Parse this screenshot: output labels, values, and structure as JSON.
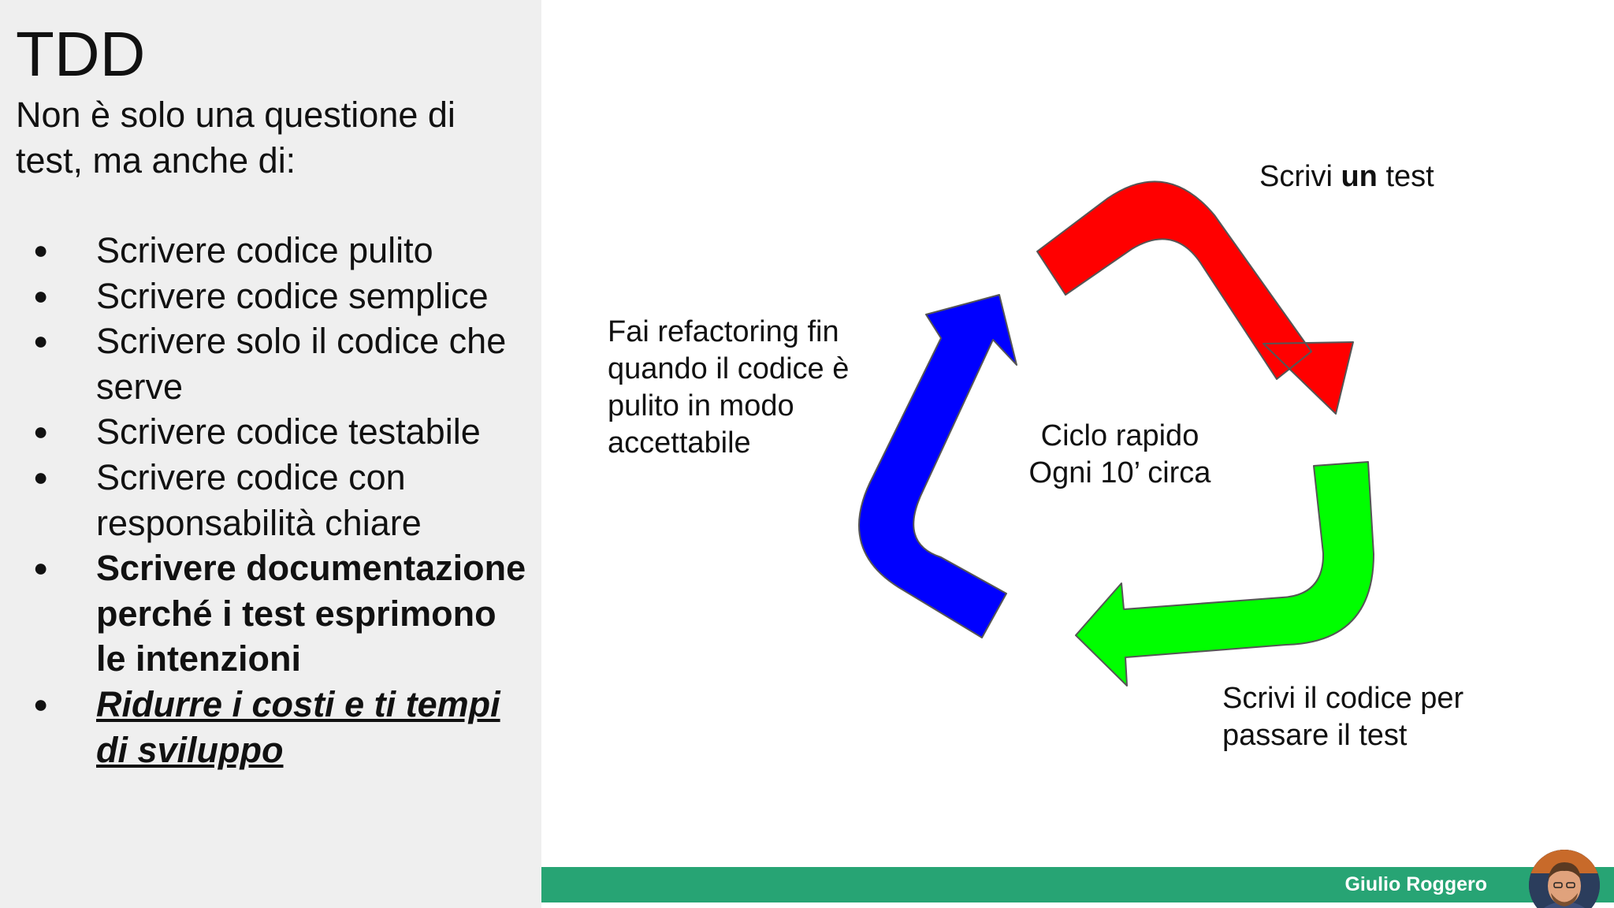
{
  "slide": {
    "title": "TDD",
    "subtitle": "Non è solo una questione di test, ma anche di:",
    "bullets": [
      {
        "text": "Scrivere codice pulito",
        "style": "normal"
      },
      {
        "text": "Scrivere codice semplice",
        "style": "normal"
      },
      {
        "text": "Scrivere solo il codice che serve",
        "style": "normal"
      },
      {
        "text": "Scrivere codice testabile",
        "style": "normal"
      },
      {
        "text": "Scrivere codice con responsabilità chiare",
        "style": "normal"
      },
      {
        "text": "Scrivere documentazione perché i test esprimono le intenzioni",
        "style": "bold"
      },
      {
        "text": "Ridurre i costi e ti tempi di sviluppo",
        "style": "bold-italic-underline"
      }
    ],
    "bullet_glyph": "●"
  },
  "diagram": {
    "label_write_test_pre": "Scrivi ",
    "label_write_test_bold": "un",
    "label_write_test_post": " test",
    "label_refactor": "Fai refactoring fin quando il codice è pulito in modo accettabile",
    "label_cycle_line1": "Ciclo rapido",
    "label_cycle_line2": "Ogni 10’ circa",
    "label_write_code": "Scrivi il codice per passare il test",
    "colors": {
      "red_arrow": "#ff0000",
      "green_arrow": "#00ff00",
      "blue_arrow": "#0000ff",
      "outline": "#555555"
    }
  },
  "footer": {
    "presenter": "Giulio Roggero",
    "bar_color": "#27a474"
  }
}
